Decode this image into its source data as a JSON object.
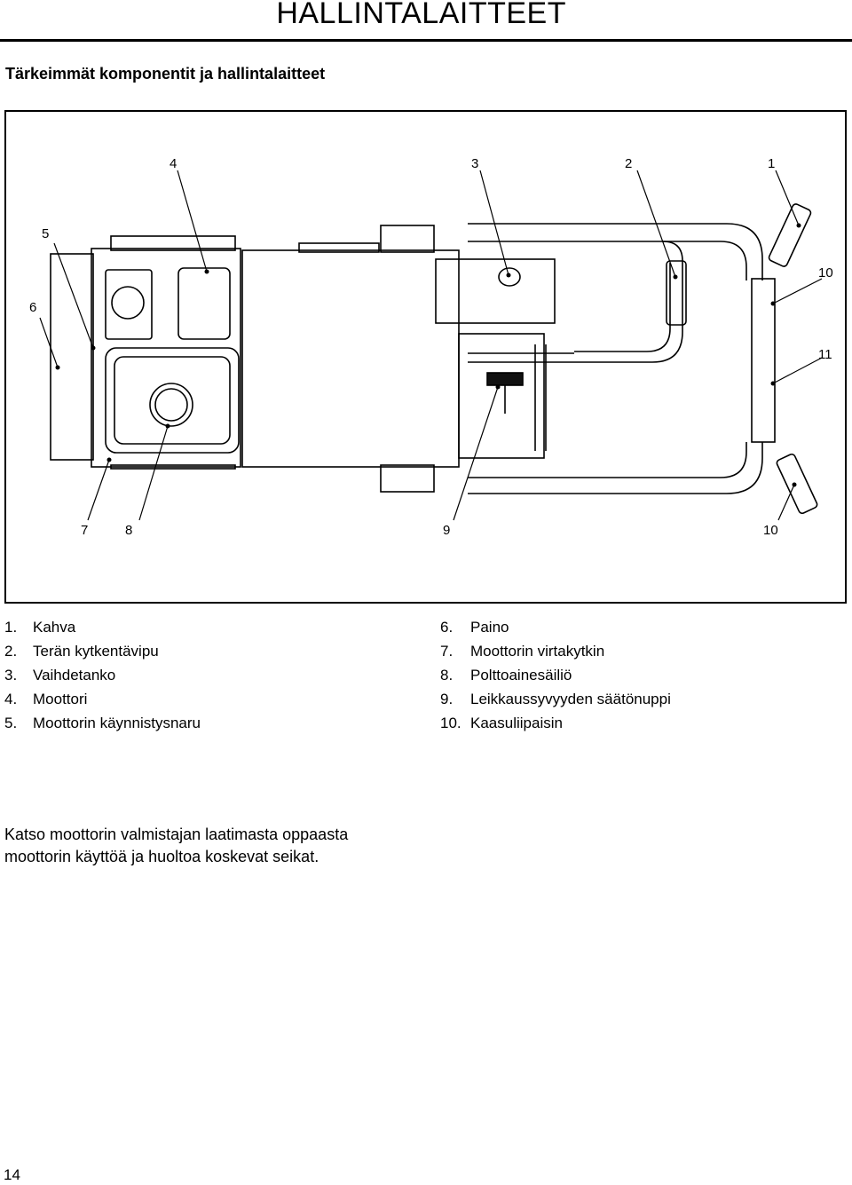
{
  "header": {
    "title": "HALLINTALAITTEET"
  },
  "section_title": "Tärkeimmät komponentit ja hallintalaitteet",
  "figure": {
    "callouts": [
      "1",
      "2",
      "3",
      "4",
      "5",
      "6",
      "7",
      "8",
      "9",
      "10",
      "10",
      "11"
    ]
  },
  "legend": {
    "left": [
      {
        "num": "1.",
        "text": "Kahva"
      },
      {
        "num": "2.",
        "text": "Terän kytkentävipu"
      },
      {
        "num": "3.",
        "text": "Vaihdetanko"
      },
      {
        "num": "4.",
        "text": "Moottori"
      },
      {
        "num": "5.",
        "text": "Moottorin käynnistysnaru"
      }
    ],
    "right": [
      {
        "num": "6.",
        "text": "Paino"
      },
      {
        "num": "7.",
        "text": "Moottorin virtakytkin"
      },
      {
        "num": "8.",
        "text": "Polttoainesäiliö"
      },
      {
        "num": "9.",
        "text": "Leikkaussyvyyden säätönuppi"
      },
      {
        "num": "10.",
        "text": "Kaasuliipaisin"
      }
    ]
  },
  "note": {
    "line1": "Katso moottorin valmistajan laatimasta oppaasta",
    "line2": "moottorin käyttöä ja huoltoa koskevat seikat."
  },
  "page_number": "14"
}
